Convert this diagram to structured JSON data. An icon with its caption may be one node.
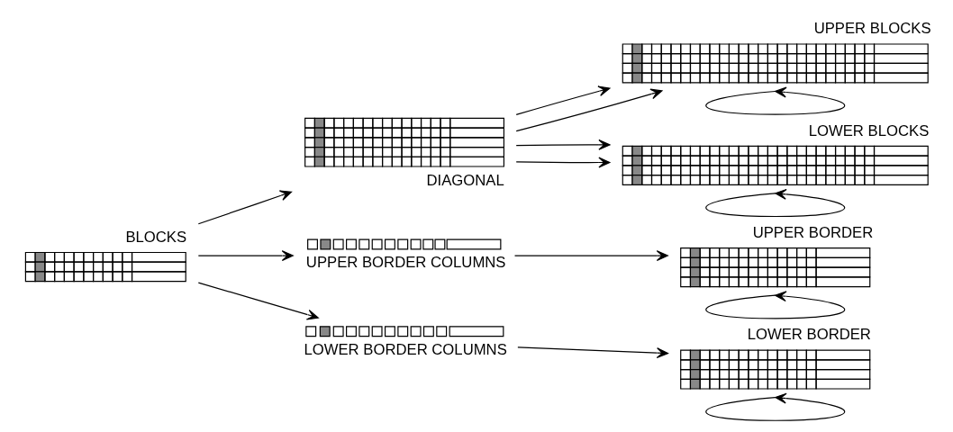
{
  "diagram": {
    "nodes": [
      {
        "text": [
          "BLOCKS"
        ]
      },
      {
        "text": [
          "DIAGONAL"
        ]
      },
      {
        "text": [
          "UPPER BLOCKS"
        ]
      },
      {
        "text": [
          "LOWER BLOCKS"
        ]
      },
      {
        "text": [
          "UPPER BORDER COLUMNS"
        ]
      },
      {
        "text": [
          "UPPER BORDER"
        ]
      },
      {
        "text": [
          "LOWER BORDER COLUMNS"
        ]
      },
      {
        "text": [
          "LOWER BORDER"
        ]
      }
    ],
    "edges": [
      {
        "from": 0,
        "to": 1,
        "arrow": "to"
      },
      {
        "from": 0,
        "to": 4,
        "arrow": "to"
      },
      {
        "from": 0,
        "to": 6,
        "arrow": "to"
      },
      {
        "from": 1,
        "to": 2,
        "arrow": "to"
      },
      {
        "from": 1,
        "to": 3,
        "arrow": "to"
      },
      {
        "from": 1,
        "to": 2,
        "arrow": "to"
      },
      {
        "from": 1,
        "to": 3,
        "arrow": "to"
      },
      {
        "from": 2,
        "to": 2,
        "arrow": "to"
      },
      {
        "from": 3,
        "to": 3,
        "arrow": "to"
      },
      {
        "from": 4,
        "to": 5,
        "arrow": "to"
      },
      {
        "from": 5,
        "to": 5,
        "arrow": "to"
      },
      {
        "from": 6,
        "to": 7,
        "arrow": "to"
      },
      {
        "from": 7,
        "to": 7,
        "arrow": "to"
      }
    ]
  }
}
